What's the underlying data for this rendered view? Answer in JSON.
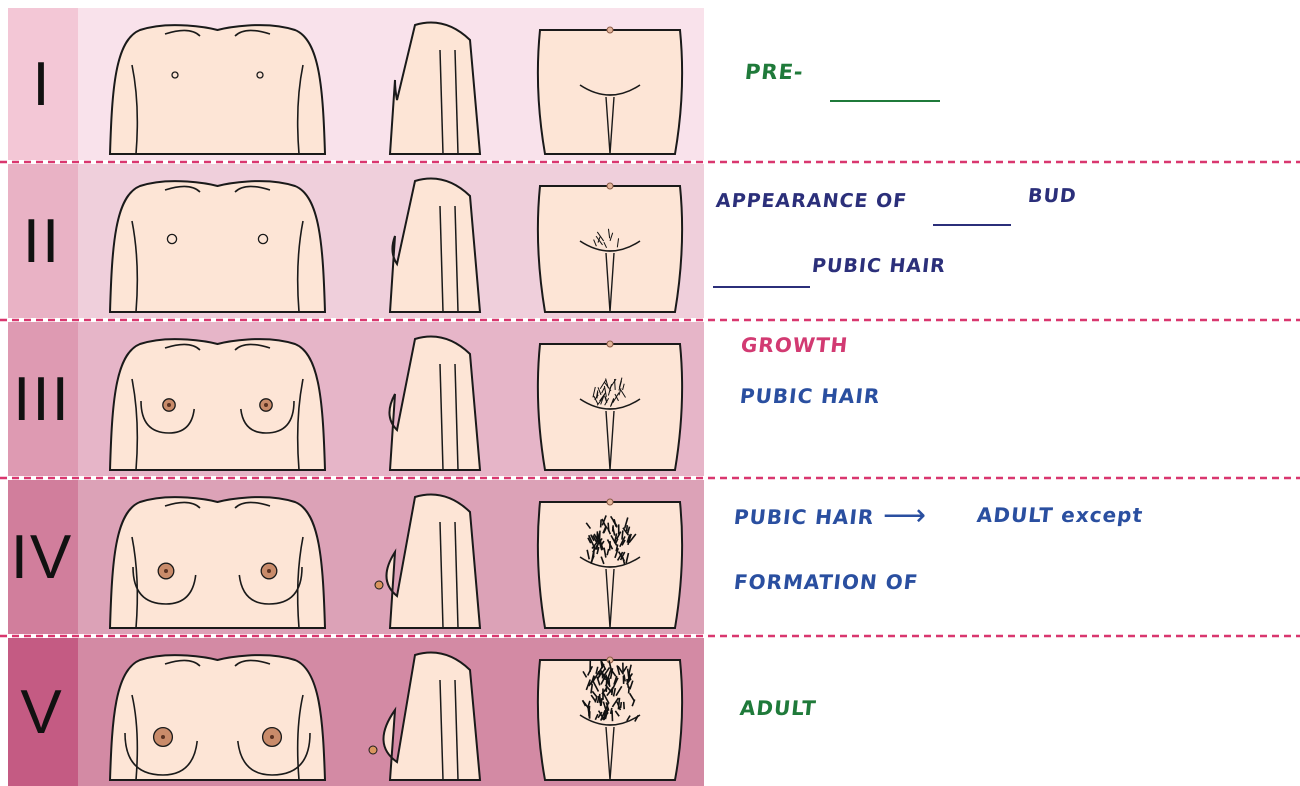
{
  "stages": [
    {
      "numeral": "I",
      "band_color": "#f9e2eb",
      "label_color": "#f3c7d6",
      "skin": "#fde5d6"
    },
    {
      "numeral": "II",
      "band_color": "#efcfdb",
      "label_color": "#e9b2c5",
      "skin": "#fde5d6"
    },
    {
      "numeral": "III",
      "band_color": "#e6b5c8",
      "label_color": "#de9ab2",
      "skin": "#fde5d6"
    },
    {
      "numeral": "IV",
      "band_color": "#dca2b7",
      "label_color": "#d17e9c",
      "skin": "#fde5d6"
    },
    {
      "numeral": "V",
      "band_color": "#d38aa4",
      "label_color": "#c45b83",
      "skin": "#fde5d6"
    }
  ],
  "notes": {
    "stage1": {
      "line1": "PRE-"
    },
    "stage2": {
      "line1": "APPEARANCE  OF",
      "line1_end": "BUD",
      "line2": "PUBIC HAIR"
    },
    "stage3": {
      "line1": "GROWTH",
      "line2": "PUBIC HAIR"
    },
    "stage4": {
      "line1": "PUBIC HAIR",
      "arrow": "⟶",
      "line1_end": "ADULT except",
      "line2": "FORMATION  OF"
    },
    "stage5": {
      "line1": "ADULT"
    }
  },
  "colors": {
    "green": "#1f7a3a",
    "navy": "#2b2f7a",
    "pink": "#d23a72",
    "blue": "#2a4fa0",
    "divider": "#d9376f"
  }
}
